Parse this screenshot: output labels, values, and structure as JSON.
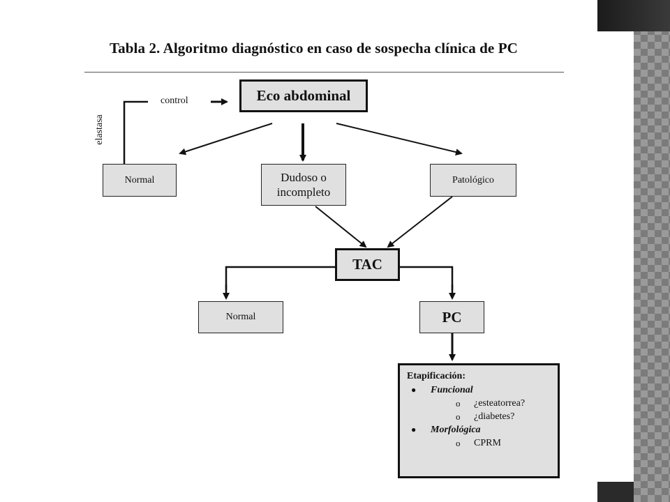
{
  "title": "Tabla 2. Algoritmo diagnóstico en caso de sospecha clínica de PC",
  "nodes": {
    "eco": "Eco abdominal",
    "normal_top": "Normal",
    "dudoso": "Dudoso o incompleto",
    "patologico": "Patológico",
    "tac": "TAC",
    "normal_bottom": "Normal",
    "pc": "PC"
  },
  "edge_labels": {
    "control": "control",
    "elastasa": "elastasa"
  },
  "etapificacion": {
    "header": "Etapificación:",
    "bullet_glyph": "●",
    "sub_glyph": "o",
    "funcional": "Funcional",
    "funcional_items": [
      "¿esteatorrea?",
      "¿diabetes?"
    ],
    "morfologica": "Morfológica",
    "morfologica_items": [
      "CPRM"
    ]
  }
}
